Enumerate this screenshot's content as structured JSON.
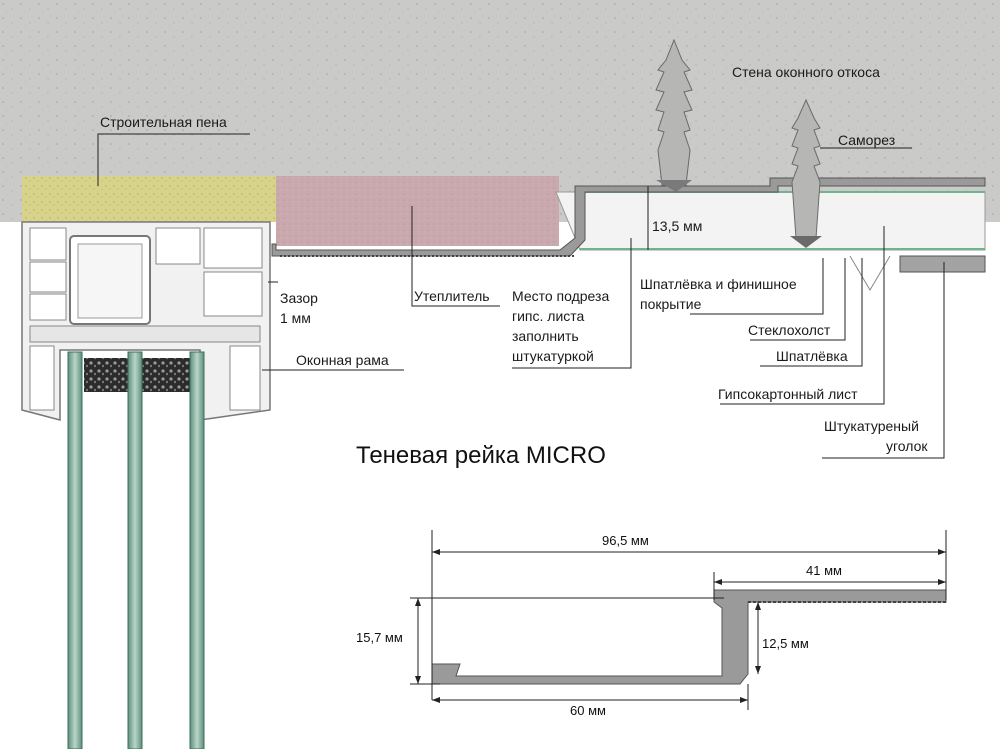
{
  "labels": {
    "foam": "Строительная пена",
    "wall": "Стена оконного откоса",
    "screw": "Саморез",
    "gap_line1": "Зазор",
    "gap_line2": "1 мм",
    "insulation": "Утеплитель",
    "cut_line1": "Место подреза",
    "cut_line2": "гипс. листа",
    "cut_line3": "заполнить",
    "cut_line4": "штукатуркой",
    "thickness": "13,5 мм",
    "putty_line1": "Шпатлёвка и финишное",
    "putty_line2": "покрытие",
    "fiberglass": "Стеклохолст",
    "putty": "Шпатлёвка",
    "drywall": "Гипсокартонный лист",
    "corner_line1": "Штукатуреный",
    "corner_line2": "уголок",
    "frame": "Оконная рама"
  },
  "title": "Теневая рейка MICRO",
  "dimensions": {
    "total_width": "96,5 мм",
    "flange_width": "41 мм",
    "height": "15,7 мм",
    "inner_height": "12,5 мм",
    "base_width": "60 мм"
  },
  "colors": {
    "concrete": "#c9c9c7",
    "foam": "#d9d48a",
    "insulation": "#c8a8ac",
    "drywall": "#eeeeee",
    "glass": "#6e9e8a",
    "profile": "#8a8a8a"
  }
}
